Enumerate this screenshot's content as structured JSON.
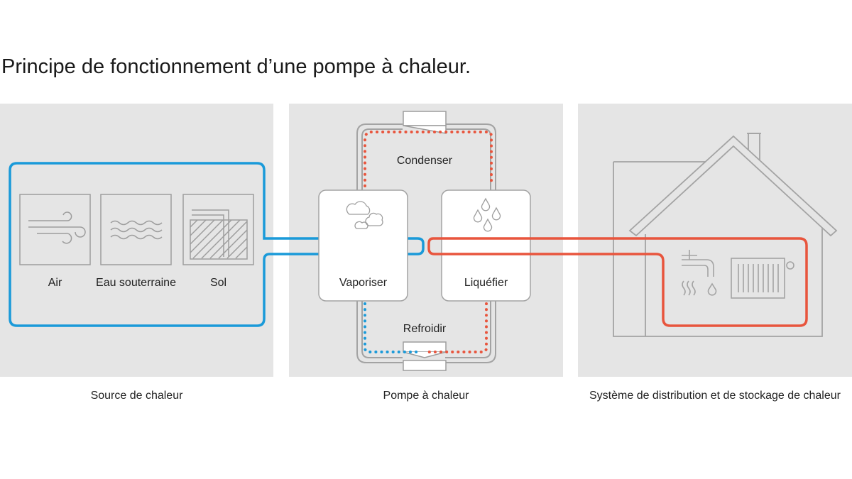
{
  "title": "Principe de fonctionnement d’une pompe à chaleur.",
  "panels": {
    "source": {
      "caption": "Source de chaleur",
      "items": [
        "Air",
        "Eau souterraine",
        "Sol"
      ]
    },
    "pump": {
      "caption": "Pompe à chaleur",
      "stages": {
        "condenser": "Condenser",
        "vaporiser": "Vaporiser",
        "liquefier": "Liquéfier",
        "refroidir": "Refroidir"
      }
    },
    "distribution": {
      "caption": "Système de distribution et de stockage de chaleur"
    }
  },
  "colors": {
    "cold_loop": "#1a9ad9",
    "hot_loop": "#e8553d",
    "panel_bg": "#e5e5e5",
    "line_gray": "#9d9d9d"
  },
  "icons": [
    "wind-icon",
    "water-waves-icon",
    "soil-icon",
    "clouds-icon",
    "drops-icon",
    "tap-icon",
    "radiator-icon",
    "house-icon"
  ]
}
